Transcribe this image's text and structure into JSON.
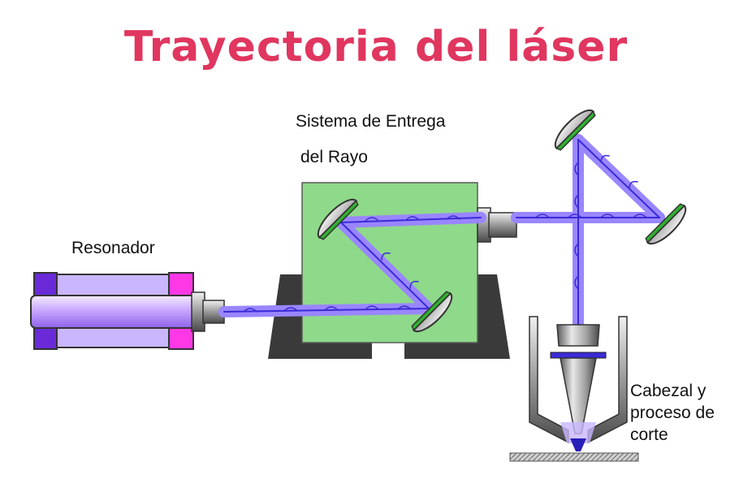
{
  "title": "Trayectoria del láser",
  "labels": {
    "delivery_line1": "Sistema de Entrega",
    "delivery_line2": "del Rayo",
    "resonator": "Resonador",
    "head_line1": "Cabezal y",
    "head_line2": "proceso de",
    "head_line3": "corte"
  },
  "colors": {
    "title": "#e0365f",
    "box": "#8fd98a",
    "beam": "#9a86ff",
    "beam_core": "#3a2bd6",
    "mirror_face": "#d8d8d8",
    "mirror_edge": "#2fb22f",
    "stand": "#3a3a3a",
    "resonator_tube": "#c9a8ff",
    "resonator_end": "#ff38e6",
    "metal": "#7a7a7a"
  },
  "icons": [
    "mirror-icon",
    "resonator-icon",
    "cutting-head-icon",
    "nozzle-icon",
    "workpiece-icon"
  ]
}
